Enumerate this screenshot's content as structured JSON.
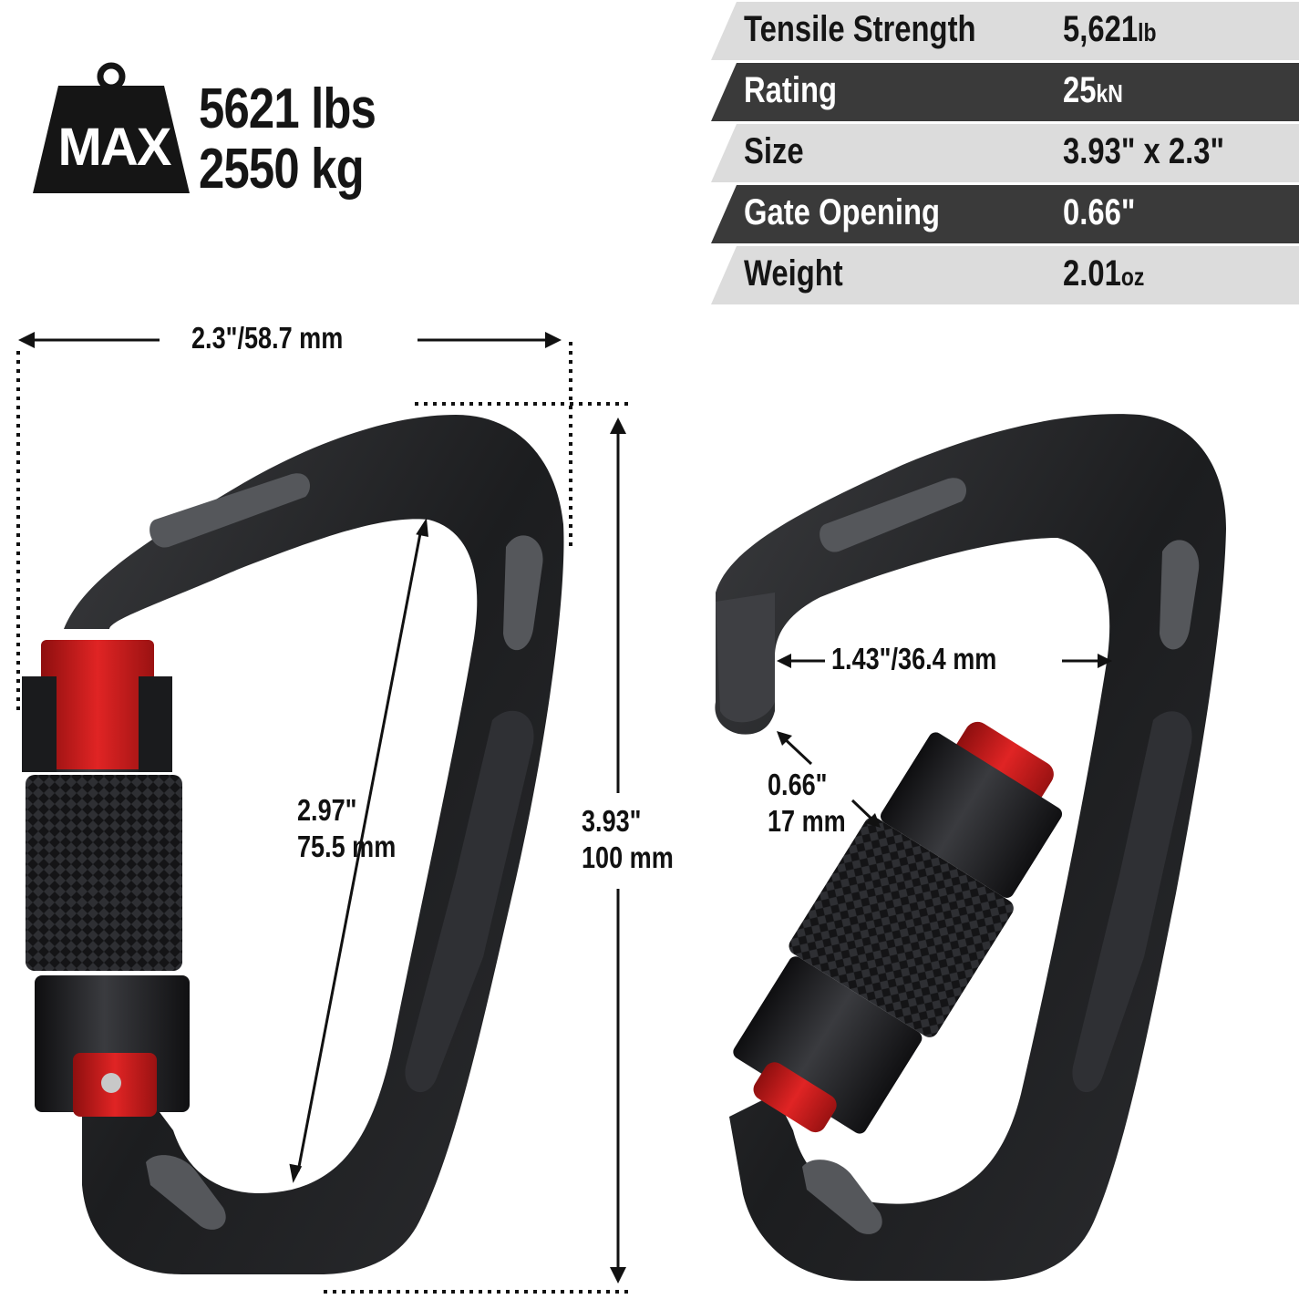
{
  "badge": {
    "label": "MAX",
    "weight_lbs": "5621 lbs",
    "weight_kg": "2550 kg"
  },
  "specs": [
    {
      "name": "Tensile Strength",
      "value": "5,621",
      "unit": "lb"
    },
    {
      "name": "Rating",
      "value": "25",
      "unit": "kN"
    },
    {
      "name": "Size",
      "value": "3.93\" x 2.3\"",
      "unit": ""
    },
    {
      "name": "Gate Opening",
      "value": "0.66\"",
      "unit": ""
    },
    {
      "name": "Weight",
      "value": "2.01",
      "unit": "oz"
    }
  ],
  "dimensions": {
    "width": "2.3\"/58.7 mm",
    "inner_length_in": "2.97\"",
    "inner_length_mm": "75.5 mm",
    "length_in": "3.93\"",
    "length_mm": "100 mm",
    "gate_width": "1.43\"/36.4 mm",
    "gate_opening_in": "0.66\"",
    "gate_opening_mm": "17 mm"
  },
  "colors": {
    "row_light": "#dcdcdc",
    "row_dark": "#3a3a3a",
    "carabiner_body": "#1e1f21",
    "carabiner_highlight": "#5a5c60",
    "lock_red": "#d41c1c"
  },
  "icons": {
    "badge": "weight-icon"
  }
}
